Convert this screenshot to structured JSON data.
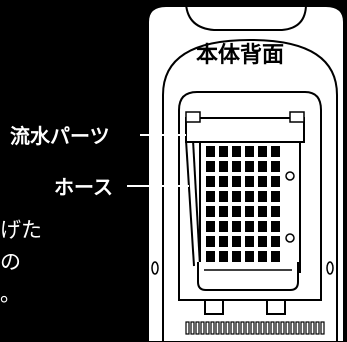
{
  "diagram": {
    "title": "本体背面",
    "callouts": [
      {
        "name": "water-part-label",
        "text": "流水パーツ"
      },
      {
        "name": "hose-label",
        "text": "ホース"
      }
    ],
    "side_text_lines": [
      "げた",
      "の",
      "。"
    ]
  },
  "colors": {
    "background": "#000000",
    "device_body": "#ffffff",
    "line": "#000000",
    "label_text": "#ffffff"
  }
}
